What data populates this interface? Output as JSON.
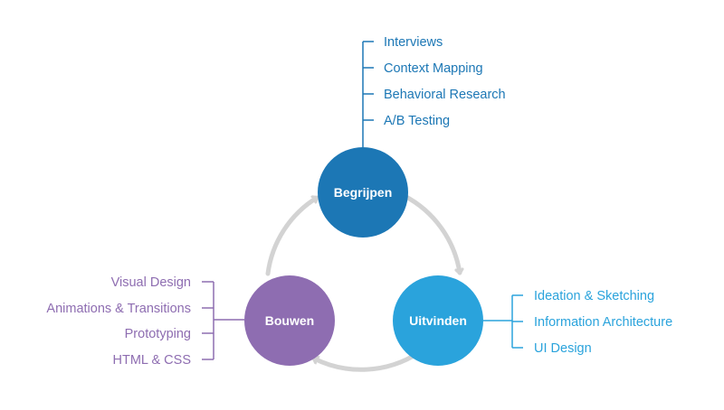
{
  "colors": {
    "begrijpen": "#1c77b5",
    "uitvinden": "#2aa3dc",
    "bouwen": "#8e6db1",
    "cycle_arrows": "#d3d3d3",
    "background": "#ffffff"
  },
  "nodes": {
    "begrijpen": {
      "label": "Begrijpen",
      "items": [
        "Interviews",
        "Context Mapping",
        "Behavioral Research",
        "A/B Testing"
      ]
    },
    "uitvinden": {
      "label": "Uitvinden",
      "items": [
        "Ideation & Sketching",
        "Information Architecture",
        "UI Design"
      ]
    },
    "bouwen": {
      "label": "Bouwen",
      "items": [
        "Visual Design",
        "Animations & Transitions",
        "Prototyping",
        "HTML & CSS"
      ]
    }
  }
}
